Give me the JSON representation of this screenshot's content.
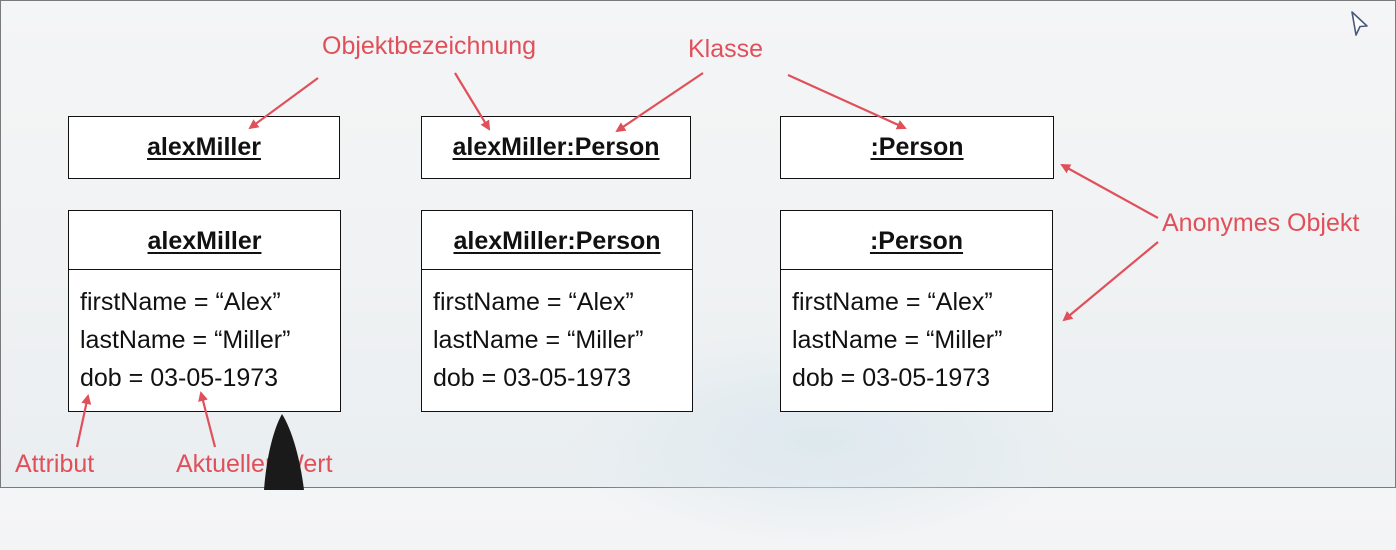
{
  "labels": {
    "objektbezeichnung": "Objektbezeichnung",
    "klasse": "Klasse",
    "anonymes_objekt": "Anonymes Objekt",
    "attribut": "Attribut",
    "aktueller_wert": "Aktueller Wert"
  },
  "top_boxes": [
    {
      "title": "alexMiller"
    },
    {
      "title": "alexMiller:Person"
    },
    {
      "title": ":Person"
    }
  ],
  "bottom_boxes": [
    {
      "title": "alexMiller",
      "attributes": [
        "firstName = “Alex”",
        "lastName = “Miller”",
        "dob = 03-05-1973"
      ]
    },
    {
      "title": "alexMiller:Person",
      "attributes": [
        "firstName = “Alex”",
        "lastName = “Miller”",
        "dob = 03-05-1973"
      ]
    },
    {
      "title": ":Person",
      "attributes": [
        "firstName = “Alex”",
        "lastName = “Miller”",
        "dob = 03-05-1973"
      ]
    }
  ],
  "colors": {
    "annotation": "#e0505a",
    "border": "#111111"
  }
}
